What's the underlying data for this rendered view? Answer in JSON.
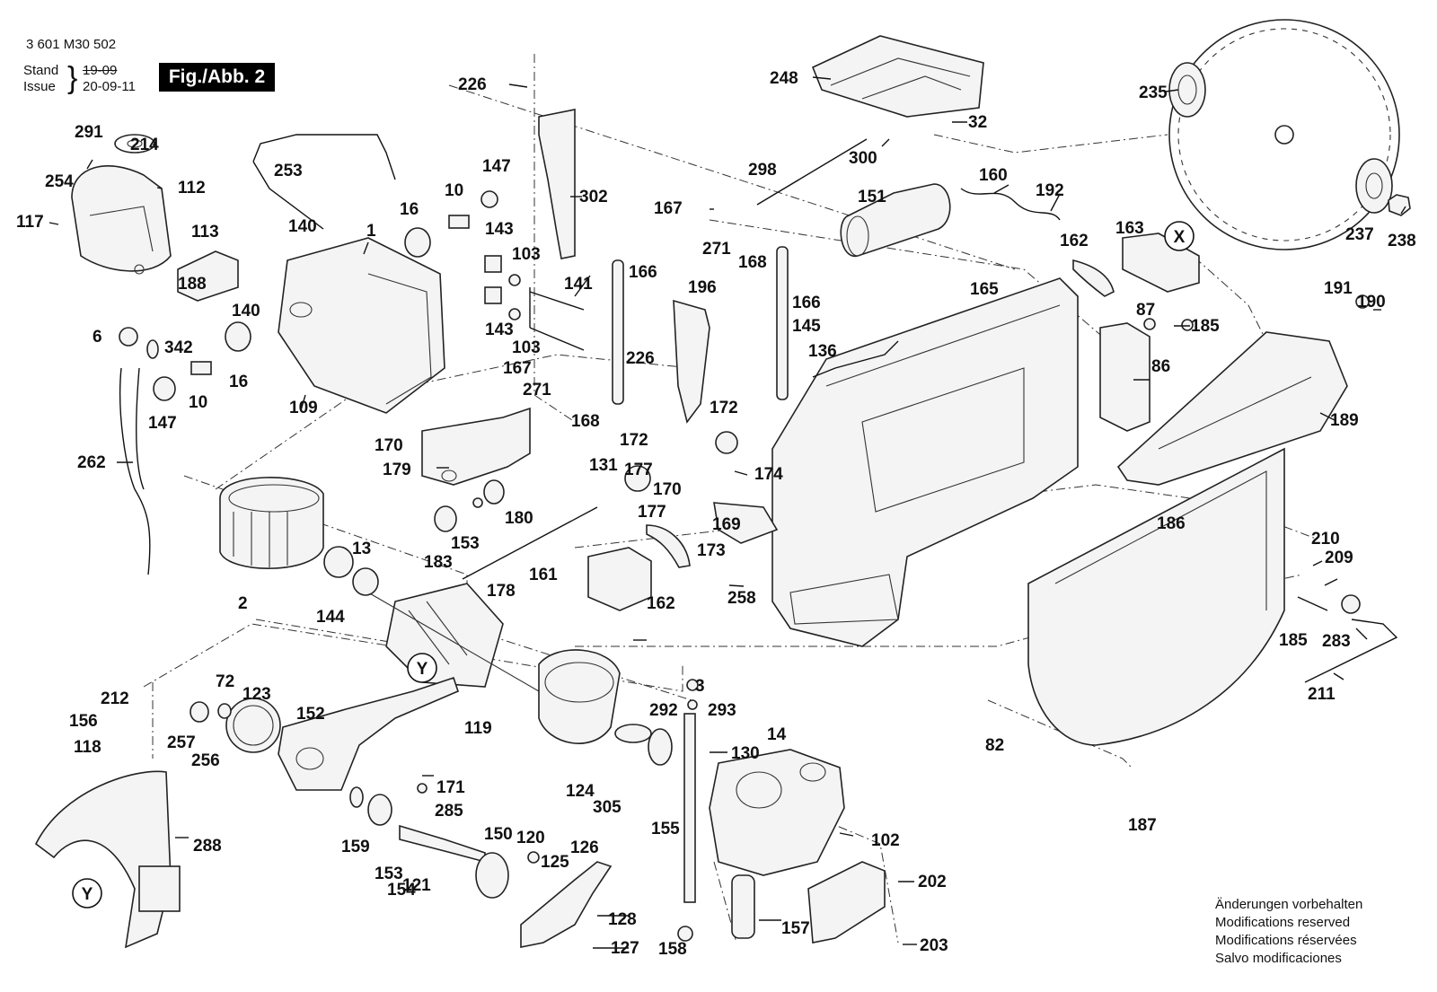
{
  "header": {
    "doc_number": "3 601 M30 502",
    "stand_label": "Stand",
    "issue_label": "Issue",
    "date_old": "19-09",
    "date_new": "20-09-11",
    "figure_label": "Fig./Abb. 2"
  },
  "notes": [
    "Änderungen vorbehalten",
    "Modifications reserved",
    "Modifications réservées",
    "Salvo modificaciones"
  ],
  "reference_markers": [
    "X",
    "Y",
    "Y"
  ],
  "part_labels": [
    "226",
    "248",
    "235",
    "302",
    "32",
    "291",
    "214",
    "300",
    "298",
    "160",
    "192",
    "254",
    "112",
    "253",
    "147",
    "10",
    "16",
    "151",
    "167",
    "271",
    "168",
    "237",
    "238",
    "117",
    "113",
    "140",
    "143",
    "1",
    "103",
    "166",
    "196",
    "166",
    "162",
    "163",
    "188",
    "141",
    "145",
    "136",
    "165",
    "87",
    "185",
    "191",
    "190",
    "6",
    "342",
    "140",
    "143",
    "103",
    "16",
    "10",
    "167",
    "271",
    "226",
    "86",
    "109",
    "147",
    "168",
    "172",
    "189",
    "170",
    "179",
    "262",
    "172",
    "177",
    "131",
    "174",
    "170",
    "177",
    "169",
    "180",
    "153",
    "183",
    "186",
    "210",
    "209",
    "2",
    "13",
    "144",
    "161",
    "173",
    "178",
    "258",
    "162",
    "185",
    "283",
    "211",
    "212",
    "72",
    "123",
    "156",
    "257",
    "118",
    "256",
    "152",
    "119",
    "3",
    "293",
    "292",
    "14",
    "130",
    "171",
    "124",
    "305",
    "82",
    "285",
    "155",
    "159",
    "153",
    "121",
    "150",
    "120",
    "126",
    "125",
    "288",
    "102",
    "154",
    "128",
    "202",
    "157",
    "127",
    "158",
    "203",
    "187"
  ]
}
